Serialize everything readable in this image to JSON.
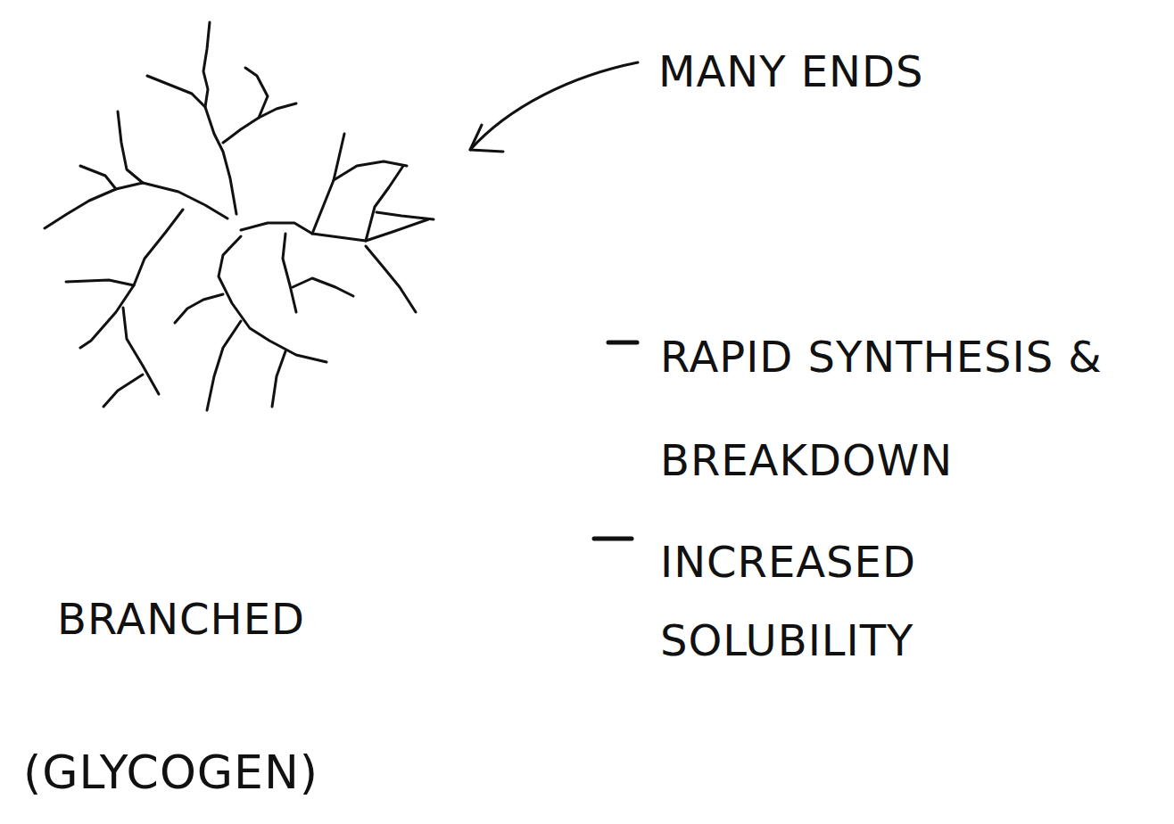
{
  "diagram": {
    "labels": [
      "MANY ENDS",
      "RAPID SYNTHESIS & BREAKDOWN",
      "INCREASED SOLUBILITY",
      "BRANCHED",
      "(GLYCOGEN)"
    ]
  }
}
